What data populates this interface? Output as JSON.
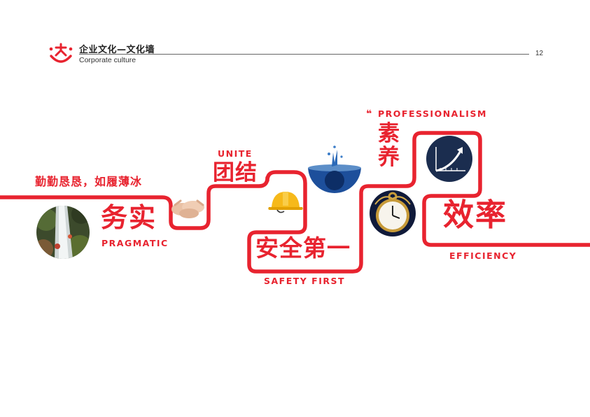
{
  "header": {
    "title": "企业文化—文化墙",
    "subtitle": "Corporate culture",
    "page_number": "12"
  },
  "slogan": "勤勤恳恳，如履薄冰",
  "values": {
    "pragmatic": {
      "cn": "务实",
      "en": "PRAGMATIC"
    },
    "unite": {
      "cn": "团结",
      "en": "UNITE"
    },
    "safety": {
      "cn": "安全第一",
      "en": "SAFETY FIRST"
    },
    "professionalism": {
      "cn": "素养",
      "en": "PROFESSIONALISM"
    },
    "efficiency": {
      "cn": "效率",
      "en": "EFFICIENCY"
    }
  },
  "icons": {
    "waterfall": "waterfall-photo-icon",
    "hands": "joined-hands-icon",
    "helmet": "hard-hat-icon",
    "water": "water-drop-icon",
    "watch": "pocket-watch-icon",
    "growth": "growth-chart-icon"
  },
  "colors": {
    "accent": "#e8232f",
    "navy": "#1b2d4f",
    "helmet": "#f6b91a"
  }
}
